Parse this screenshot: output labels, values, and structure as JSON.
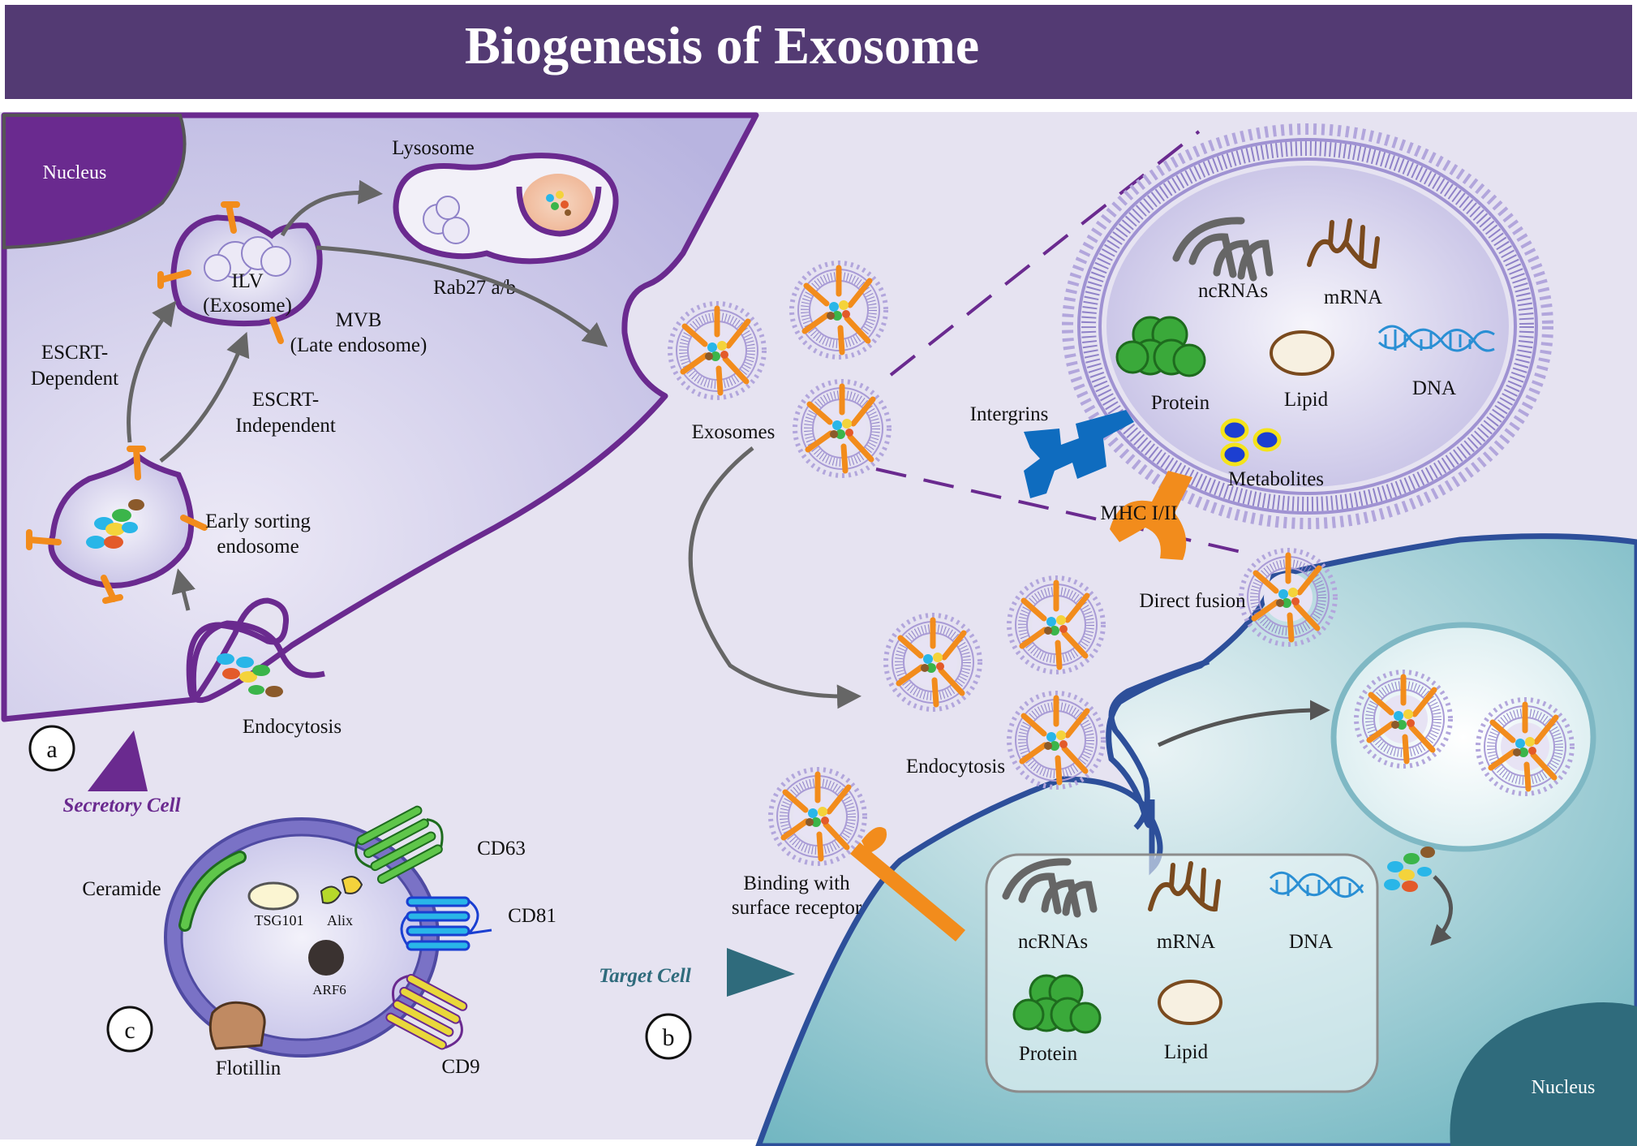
{
  "title": "Biogenesis of Exosome",
  "colors": {
    "title_bar": "#533a73",
    "secretory_cell": "#6a2a8f",
    "cell_fill": "#c9c6e6",
    "background": "#e6e3f1",
    "target_cell": "#2d4f9a",
    "target_fill": "#7fbfc8",
    "cargo_orange": "#f28c1c",
    "exosome_lilac": "#a89bd6",
    "integrin_blue": "#0f6cbf",
    "nucleus_teal": "#2f6b7c",
    "dna_blue": "#2a8fd4",
    "protein_green": "#3aa93a",
    "mrna_brown": "#7a4a1e"
  },
  "panel_a": {
    "label": "a",
    "cell_name": "Secretory Cell",
    "nucleus": "Nucleus",
    "lysosome": "Lysosome",
    "ilv": "ILV",
    "ilv_sub": "(Exosome)",
    "mvb": "MVB",
    "mvb_sub": "(Late endosome)",
    "rab27": "Rab27 a/b",
    "escrt_dep_1": "ESCRT-",
    "escrt_dep_2": "Dependent",
    "escrt_indep_1": "ESCRT-",
    "escrt_indep_2": "Independent",
    "early_1": "Early sorting",
    "early_2": "endosome",
    "endocytosis": "Endocytosis"
  },
  "panel_b": {
    "label": "b",
    "cell_name": "Target Cell",
    "exosomes": "Exosomes",
    "integrins": "Intergrins",
    "mhc": "MHC I/II",
    "direct_fusion": "Direct fusion",
    "endocytosis": "Endocytosis",
    "binding_1": "Binding with",
    "binding_2": "surface receptor",
    "nucleus": "Nucleus",
    "cargo": {
      "ncrnas": "ncRNAs",
      "mrna": "mRNA",
      "protein": "Protein",
      "lipid": "Lipid",
      "dna": "DNA",
      "metabolites": "Metabolites"
    },
    "inner_cargo": {
      "ncrnas": "ncRNAs",
      "mrna": "mRNA",
      "dna": "DNA",
      "protein": "Protein",
      "lipid": "Lipid"
    }
  },
  "panel_c": {
    "label": "c",
    "ceramide": "Ceramide",
    "tsg101": "TSG101",
    "alix": "Alix",
    "arf6": "ARF6",
    "flotillin": "Flotillin",
    "cd63": "CD63",
    "cd81": "CD81",
    "cd9": "CD9"
  }
}
